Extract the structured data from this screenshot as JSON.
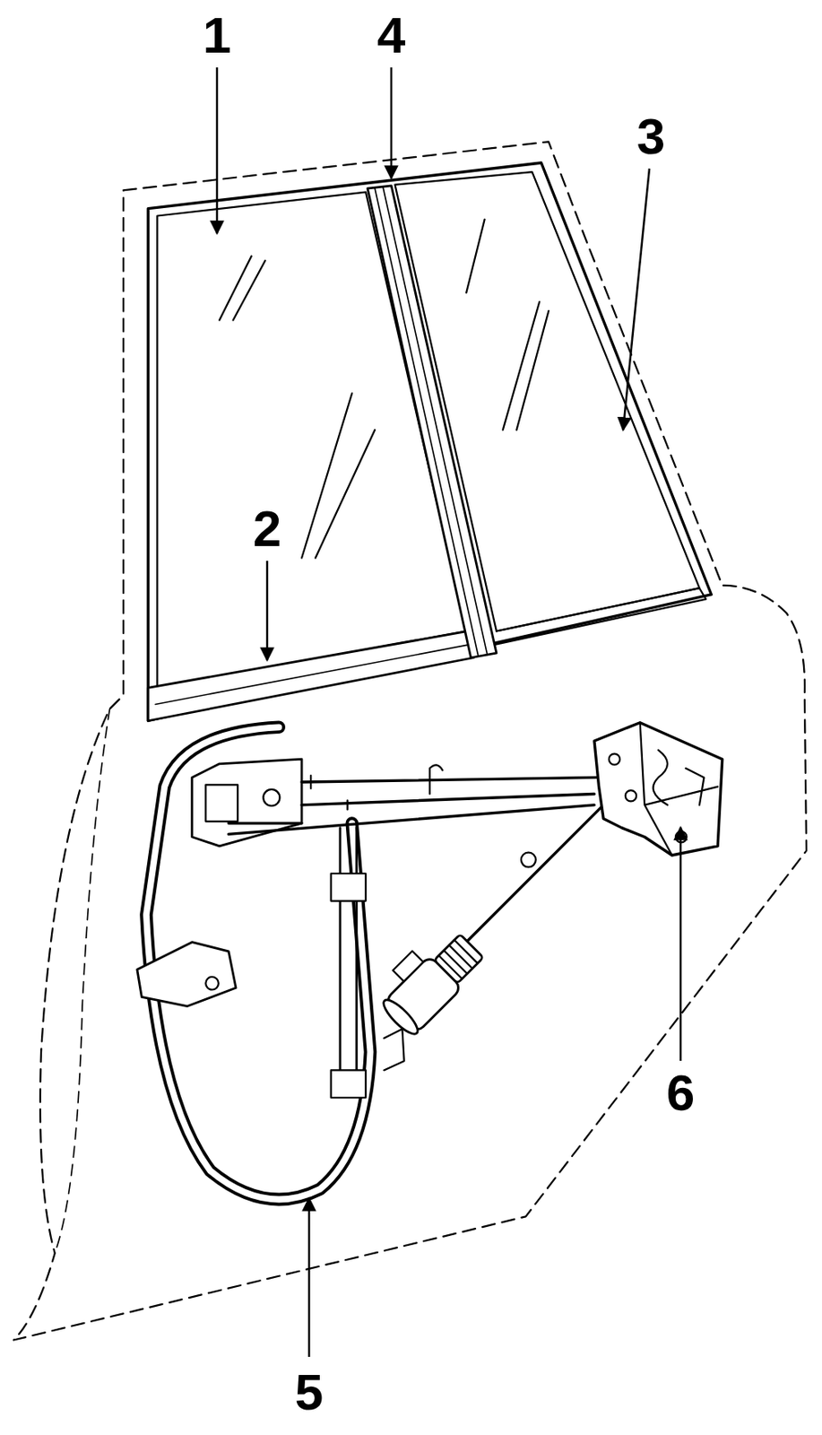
{
  "diagram": {
    "labels": [
      "1",
      "4",
      "3",
      "2",
      "6",
      "5"
    ]
  }
}
